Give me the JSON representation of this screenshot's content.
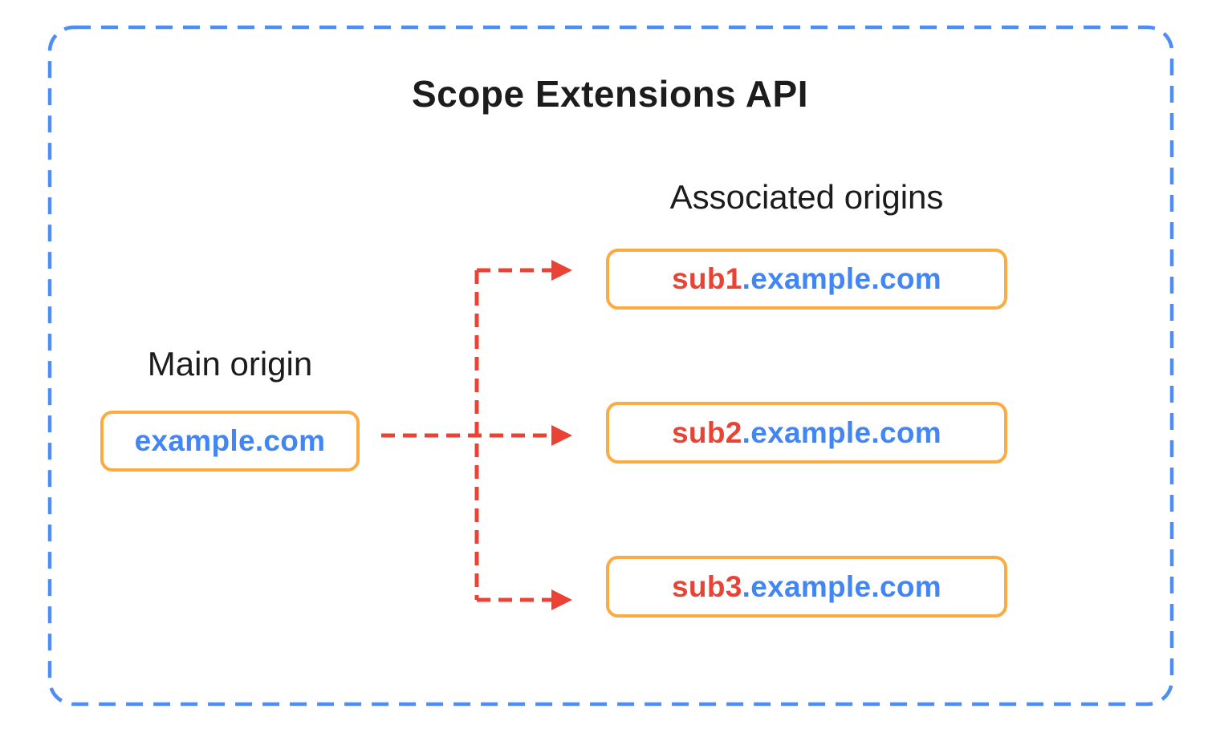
{
  "diagram": {
    "title": "Scope Extensions API",
    "main_origin": {
      "label": "Main origin",
      "domain": "example.com"
    },
    "associated_origins": {
      "label": "Associated origins",
      "items": [
        {
          "subdomain": "sub1",
          "rest": ".example.com"
        },
        {
          "subdomain": "sub2",
          "rest": ".example.com"
        },
        {
          "subdomain": "sub3",
          "rest": ".example.com"
        }
      ]
    },
    "colors": {
      "border_blue": "#4C8DF6",
      "box_orange": "#FBAB40",
      "arrow_red": "#EA4335",
      "domain_blue": "#4285F4",
      "sub_red": "#EA4335",
      "text_dark": "#1C1C1C"
    }
  }
}
